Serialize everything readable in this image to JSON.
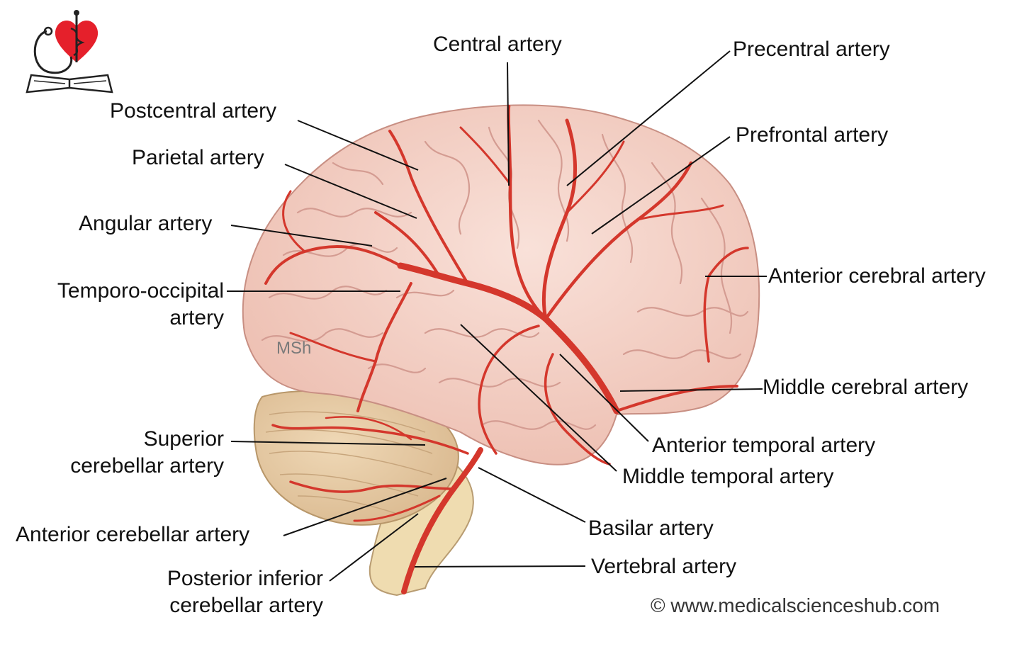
{
  "labels": {
    "central_artery": "Central artery",
    "precentral_artery": "Precentral artery",
    "postcentral_artery": "Postcentral artery",
    "prefrontal_artery": "Prefrontal artery",
    "parietal_artery": "Parietal artery",
    "angular_artery": "Angular artery",
    "anterior_cerebral_artery": "Anterior cerebral artery",
    "temporo_occipital_line1": "Temporo-occipital",
    "temporo_occipital_line2": "artery",
    "middle_cerebral_artery": "Middle cerebral artery",
    "superior_cerebellar_line1": "Superior",
    "superior_cerebellar_line2": "cerebellar artery",
    "anterior_temporal_artery": "Anterior temporal artery",
    "middle_temporal_artery": "Middle temporal artery",
    "basilar_artery": "Basilar artery",
    "anterior_cerebellar_artery": "Anterior cerebellar artery",
    "vertebral_artery": "Vertebral artery",
    "posterior_inferior_line1": "Posterior inferior",
    "posterior_inferior_line2": "cerebellar artery"
  },
  "watermark": "MSh",
  "credit": "© www.medicalscienceshub.com",
  "colors": {
    "brain": "#f4cfc4",
    "gyri_line": "#d49c92",
    "artery": "#d4372c",
    "cerebellum": "#e6cba6",
    "brainstem": "#efdcb0",
    "logo_heart": "#e5202b"
  }
}
